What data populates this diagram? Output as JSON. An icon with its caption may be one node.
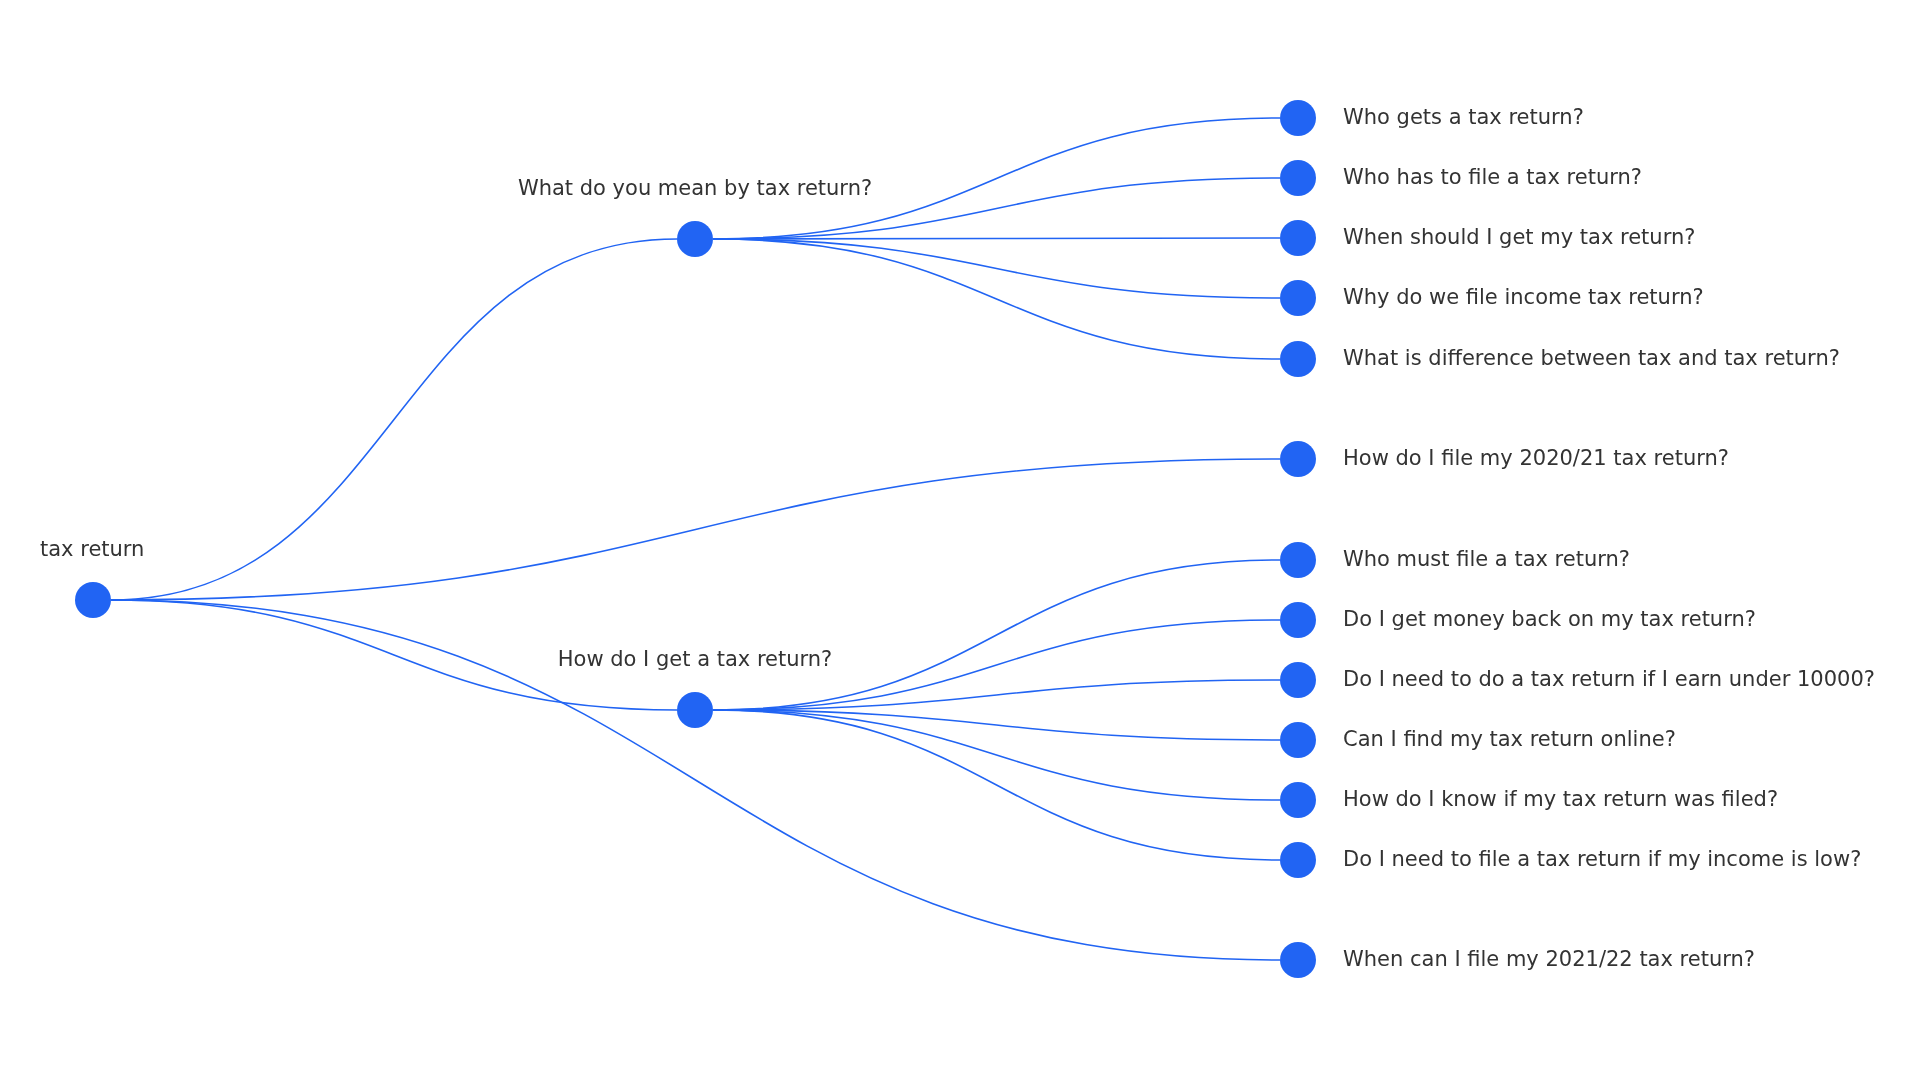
{
  "diagram": {
    "nodes": [
      {
        "text": [
          "tax return"
        ]
      },
      {
        "text": [
          "What do you mean by tax return?"
        ]
      },
      {
        "text": [
          "Who gets a tax return?"
        ]
      },
      {
        "text": [
          "Who has to file a tax return?"
        ]
      },
      {
        "text": [
          "When should I get my tax return?"
        ]
      },
      {
        "text": [
          "Why do we file income tax return?"
        ]
      },
      {
        "text": [
          "What is difference between tax and tax return?"
        ]
      },
      {
        "text": [
          "How do I file my 2020/21 tax return?"
        ]
      },
      {
        "text": [
          "How do I get a tax return?"
        ]
      },
      {
        "text": [
          "Who must file a tax return?"
        ]
      },
      {
        "text": [
          "Do I get money back on my tax return?"
        ]
      },
      {
        "text": [
          "Do I need to do a tax return if I earn under 10000?"
        ]
      },
      {
        "text": [
          "Can I find my tax return online?"
        ]
      },
      {
        "text": [
          "How do I know if my tax return was filed?"
        ]
      },
      {
        "text": [
          "Do I need to file a tax return if my income is low?"
        ]
      },
      {
        "text": [
          "When can I file my 2021/22 tax return?"
        ]
      }
    ],
    "edges": [
      {
        "from": 0,
        "to": 1,
        "arrow": "none"
      },
      {
        "from": 0,
        "to": 7,
        "arrow": "none"
      },
      {
        "from": 0,
        "to": 8,
        "arrow": "none"
      },
      {
        "from": 0,
        "to": 15,
        "arrow": "none"
      },
      {
        "from": 1,
        "to": 2,
        "arrow": "none"
      },
      {
        "from": 1,
        "to": 3,
        "arrow": "none"
      },
      {
        "from": 1,
        "to": 4,
        "arrow": "none"
      },
      {
        "from": 1,
        "to": 5,
        "arrow": "none"
      },
      {
        "from": 1,
        "to": 6,
        "arrow": "none"
      },
      {
        "from": 8,
        "to": 9,
        "arrow": "none"
      },
      {
        "from": 8,
        "to": 10,
        "arrow": "none"
      },
      {
        "from": 8,
        "to": 11,
        "arrow": "none"
      },
      {
        "from": 8,
        "to": 12,
        "arrow": "none"
      },
      {
        "from": 8,
        "to": 13,
        "arrow": "none"
      },
      {
        "from": 8,
        "to": 14,
        "arrow": "none"
      }
    ]
  }
}
